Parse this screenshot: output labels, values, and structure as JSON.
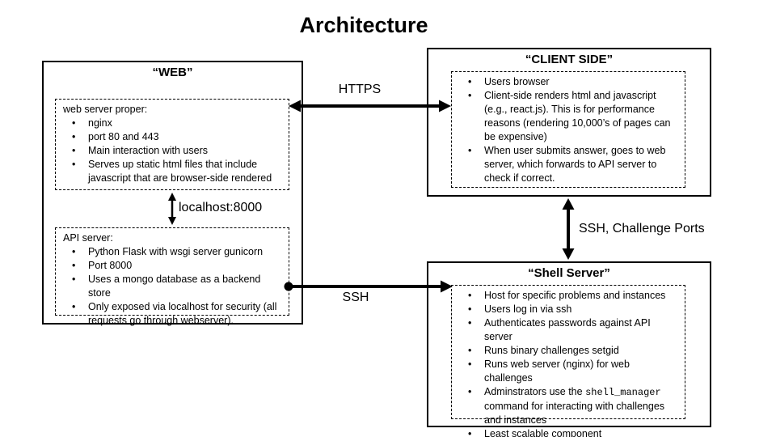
{
  "title": "Architecture",
  "colors": {
    "ink": "#000000",
    "background": "#ffffff"
  },
  "web_box": {
    "heading": "“WEB”",
    "web_server": {
      "label": "web server proper:",
      "bullets": [
        "nginx",
        "port 80 and 443",
        "Main interaction with users",
        "Serves up static html files that include javascript that are browser-side rendered"
      ]
    },
    "api_server": {
      "label": "API server:",
      "bullets": [
        "Python Flask with wsgi server gunicorn",
        "Port 8000",
        "Uses a mongo database as a backend store",
        "Only exposed via localhost for security (all requests go through webserver)."
      ]
    }
  },
  "client_box": {
    "heading": "“CLIENT SIDE”",
    "bullets": [
      "Users browser",
      "Client-side renders html and javascript (e.g., react.js). This is for performance reasons (rendering 10,000’s of pages can be expensive)",
      "When user submits answer, goes to web server, which forwards to API server to check if correct."
    ]
  },
  "shell_box": {
    "heading": "“Shell Server”",
    "bullets": [
      "Host for specific problems and instances",
      "Users log in via ssh",
      "Authenticates passwords against API server",
      "Runs binary challenges setgid",
      "Runs web server (nginx) for web challenges",
      "Least scalable component"
    ],
    "admin_bullet": {
      "before": "Adminstrators use the ",
      "code": "shell_manager",
      "after": " command for interacting with challenges and instances"
    }
  },
  "connectors": {
    "https_label": "HTTPS",
    "localhost_label": "localhost:8000",
    "ssh_label": "SSH",
    "ssh_challenge_label": "SSH, Challenge Ports"
  }
}
